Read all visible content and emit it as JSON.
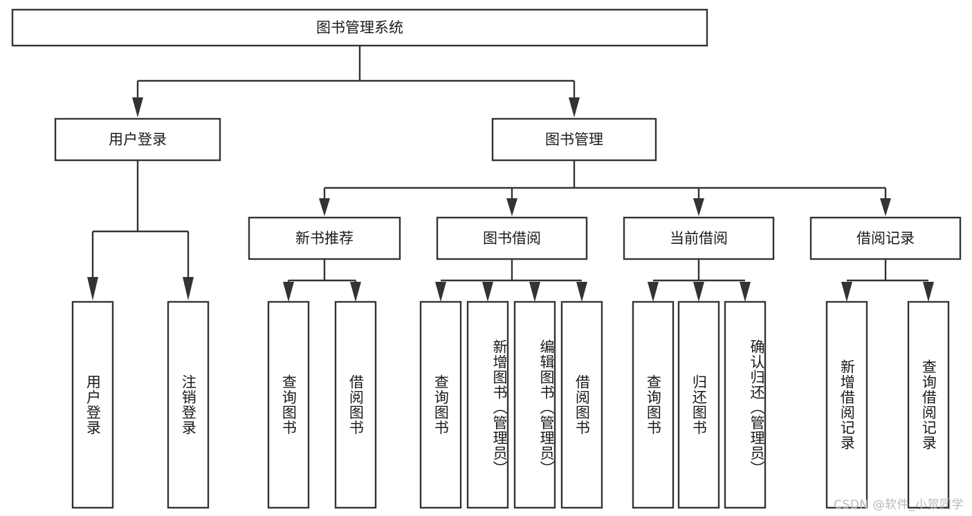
{
  "diagram": {
    "kind": "tree-hierarchy-chart",
    "title": "图书管理系统",
    "colors": {
      "box_stroke": "#333333",
      "box_fill": "#ffffff",
      "connector": "#333333",
      "text": "#1a1a1a",
      "background": "#ffffff",
      "watermark": "#b9b9b9"
    },
    "root": {
      "label": "图书管理系统"
    },
    "level2": [
      {
        "id": "user-login",
        "label": "用户登录"
      },
      {
        "id": "book-management",
        "label": "图书管理"
      }
    ],
    "level3": [
      {
        "id": "new-book-recommend",
        "label": "新书推荐",
        "parent": "book-management"
      },
      {
        "id": "book-borrow",
        "label": "图书借阅",
        "parent": "book-management"
      },
      {
        "id": "current-borrow",
        "label": "当前借阅",
        "parent": "book-management"
      },
      {
        "id": "borrow-record",
        "label": "借阅记录",
        "parent": "book-management"
      }
    ],
    "leaves": [
      {
        "id": "leaf-user-login",
        "label": "用户登录",
        "parent": "user-login"
      },
      {
        "id": "leaf-logout-login",
        "label": "注销登录",
        "parent": "user-login"
      },
      {
        "id": "leaf-query-book-1",
        "label": "查询图书",
        "parent": "new-book-recommend"
      },
      {
        "id": "leaf-borrow-book-1",
        "label": "借阅图书",
        "parent": "new-book-recommend"
      },
      {
        "id": "leaf-query-book-2",
        "label": "查询图书",
        "parent": "book-borrow"
      },
      {
        "id": "leaf-add-book",
        "label": "新增图书（管理员）",
        "parent": "book-borrow"
      },
      {
        "id": "leaf-edit-book",
        "label": "编辑图书（管理员）",
        "parent": "book-borrow"
      },
      {
        "id": "leaf-borrow-book-2",
        "label": "借阅图书",
        "parent": "book-borrow"
      },
      {
        "id": "leaf-query-book-3",
        "label": "查询图书",
        "parent": "current-borrow"
      },
      {
        "id": "leaf-return-book",
        "label": "归还图书",
        "parent": "current-borrow"
      },
      {
        "id": "leaf-confirm-return",
        "label": "确认归还（管理员）",
        "parent": "current-borrow"
      },
      {
        "id": "leaf-add-record",
        "label": "新增借阅记录",
        "parent": "borrow-record"
      },
      {
        "id": "leaf-query-record",
        "label": "查询借阅记录",
        "parent": "borrow-record"
      }
    ],
    "watermark": "CSDN @软件_小贺同学"
  }
}
